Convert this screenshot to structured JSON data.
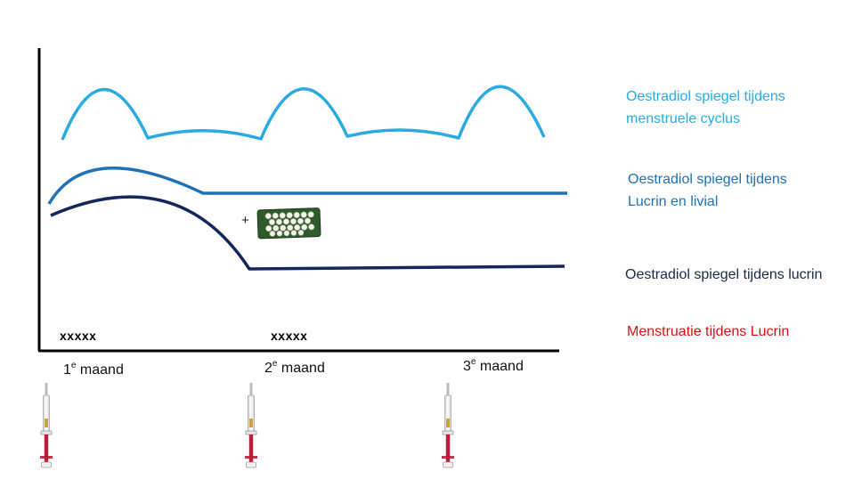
{
  "colors": {
    "axis": "#000000",
    "cycle": "#29abe2",
    "lucrin_livial": "#1e72b8",
    "lucrin": "#14285c",
    "menstruation": "#e01010",
    "legend_lucrin": "#1a2a44"
  },
  "legend": {
    "cycle": "Oestradiol spiegel tijdens\nmenstruele cyclus",
    "lucrin_livial": "Oestradiol spiegel tijdens\nLucrin en livial",
    "lucrin": "Oestradiol spiegel tijdens lucrin",
    "menstruation": "Menstruatie tijdens Lucrin"
  },
  "months": [
    {
      "num": "1",
      "sup": "e",
      "label": " maand"
    },
    {
      "num": "2",
      "sup": "e",
      "label": " maand"
    },
    {
      "num": "3",
      "sup": "e",
      "label": " maand"
    }
  ],
  "markers": [
    "xxxxx",
    "xxxxx"
  ],
  "plus_sign": "+",
  "icons": {
    "pill_pack": "pill-blister-pack-icon",
    "injection": "syringe-icon"
  }
}
